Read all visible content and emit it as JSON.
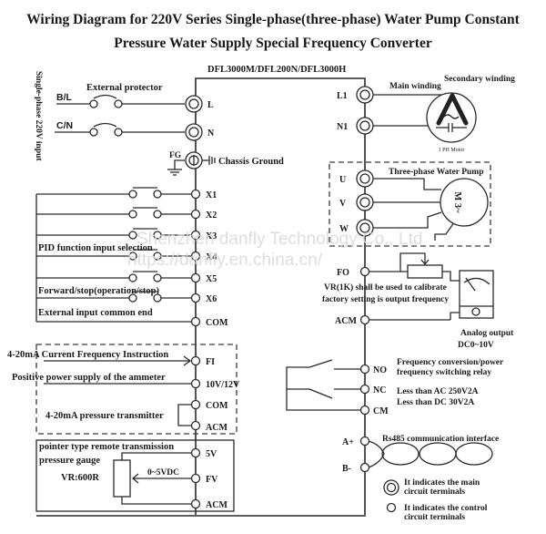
{
  "title": {
    "line1": "Wiring Diagram for 220V Series Single-phase(three-phase) Water Pump Constant",
    "line2": "Pressure Water Supply Special Frequency Converter"
  },
  "model": "DFL3000M/DFL200N/DFL3000H",
  "input": {
    "vertical_label": "Single-phase 220V input",
    "protector_label": "External protector",
    "lines": [
      "B/L",
      "C/N"
    ],
    "fg_label": "FG",
    "chassis_ground_label": "Chassis Ground"
  },
  "left_terminals": {
    "main": [
      "L",
      "N"
    ],
    "inputs": [
      "X1",
      "X2",
      "X3",
      "X4",
      "X5",
      "X6",
      "COM"
    ],
    "analog": [
      "FI",
      "10V/12V",
      "COM",
      "ACM"
    ],
    "gauge": [
      "5V",
      "FV",
      "ACM"
    ]
  },
  "input_labels": {
    "pid": "PID function input selection",
    "forward_stop": "Forward/stop(operation/stop)",
    "common": "External input common end"
  },
  "analog_labels": {
    "current_freq": "4-20mA Current Frequency Instruction",
    "ammeter_power": "Positive power supply of the ammeter",
    "transmitter": "4-20mA pressure transmitter"
  },
  "gauge_labels": {
    "title_line1": "pointer type remote transmission",
    "title_line2": "pressure gauge",
    "resistance": "VR:600R",
    "voltage": "0~5VDC"
  },
  "right_terminals": {
    "single_phase": [
      "L1",
      "N1"
    ],
    "three_phase": [
      "U",
      "V",
      "W"
    ],
    "analog_out": [
      "FO",
      "ACM"
    ],
    "relay": [
      "NO",
      "NC",
      "CM"
    ],
    "rs485": [
      "A+",
      "B-"
    ]
  },
  "motor": {
    "main_winding": "Main winding",
    "secondary_winding": "Secondary winding",
    "caption": "1 PH Motor",
    "pump_title": "Three-phase Water Pump",
    "pump_symbol": "M 3~"
  },
  "analog_output": {
    "calibrate_line1": "VR(1K) shall be used to calibrate",
    "calibrate_line2": "factory setting is output frequency",
    "label": "Analog output",
    "range": "DC0~10V"
  },
  "relay": {
    "desc_line1": "Frequency conversion/power",
    "desc_line2": "frequency switching relay",
    "rating_ac": "Less than AC 250V2A",
    "rating_dc": "Less than DC 30V2A"
  },
  "rs485": {
    "label": "Rs485 communication interface"
  },
  "legend": {
    "main_line1": "It indicates the main",
    "main_line2": "circuit terminals",
    "control_line1": "It indicates the control",
    "control_line2": "circuit terminals"
  },
  "watermark": {
    "line1": "Shenzhen danfly Technology Co., Ltd",
    "line2": "https://danfly.en.china.cn/"
  }
}
